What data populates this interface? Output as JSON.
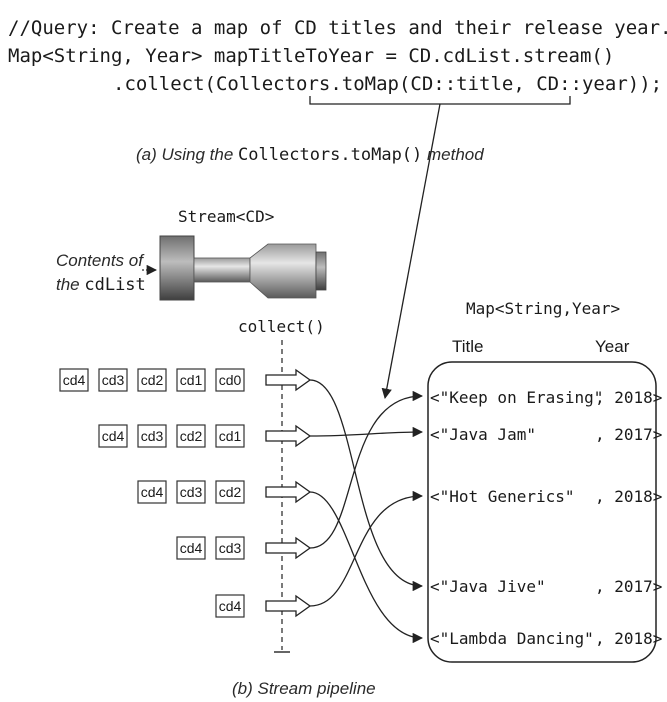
{
  "code": {
    "line1": "//Query: Create a map of CD titles and their release year.",
    "line2": "Map<String, Year> mapTitleToYear = CD.cdList.stream()",
    "line3": ".collect(Collectors.toMap(CD::title, CD::year));"
  },
  "captions": {
    "top_prefix": "(a) Using the ",
    "top_code": "Collectors.toMap()",
    "top_suffix": " method",
    "bottom": "(b) Stream pipeline"
  },
  "stream": {
    "type_label": "Stream<CD>",
    "contents_line1": "Contents of",
    "contents_line2_prefix": "the ",
    "contents_line2_code": "cdList",
    "collect_label": "collect()"
  },
  "map": {
    "type_label": "Map<String,Year>",
    "col_title": "Title",
    "col_year": "Year",
    "entries": [
      {
        "title": "<\"Keep on Erasing\"",
        "year": ", 2018>"
      },
      {
        "title": "<\"Java Jam\"",
        "year": ", 2017>"
      },
      {
        "title": "<\"Hot Generics\"",
        "year": ", 2018>"
      },
      {
        "title": "<\"Java Jive\"",
        "year": ", 2017>"
      },
      {
        "title": "<\"Lambda Dancing\"",
        "year": ", 2018>"
      }
    ]
  },
  "pipeline_rows": [
    [
      "cd4",
      "cd3",
      "cd2",
      "cd1",
      "cd0"
    ],
    [
      "cd4",
      "cd3",
      "cd2",
      "cd1"
    ],
    [
      "cd4",
      "cd3",
      "cd2"
    ],
    [
      "cd4",
      "cd3"
    ],
    [
      "cd4"
    ]
  ]
}
